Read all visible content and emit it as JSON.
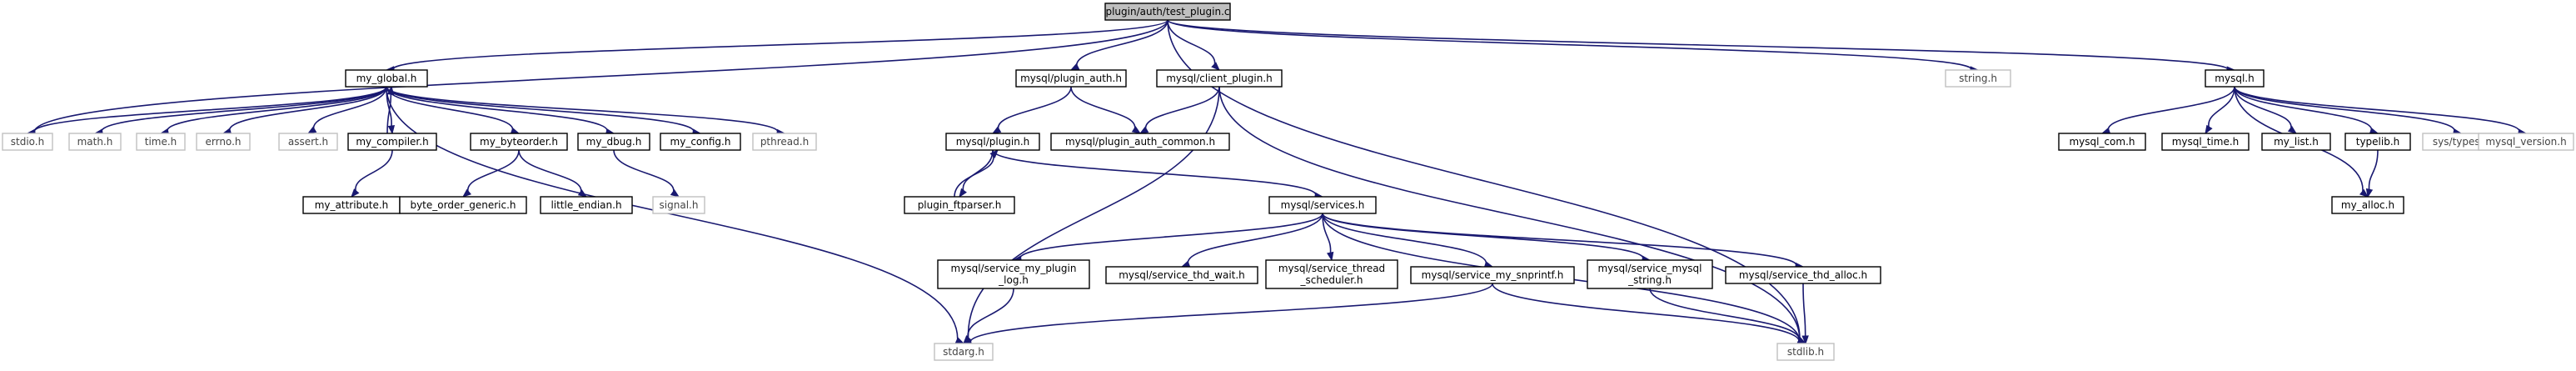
{
  "diagram": {
    "nodes": [
      {
        "id": "test_plugin",
        "label": "plugin/auth/test_plugin.c",
        "style": "root"
      },
      {
        "id": "my_global",
        "label": "my_global.h",
        "style": "normal"
      },
      {
        "id": "plugin_auth",
        "label": "mysql/plugin_auth.h",
        "style": "normal"
      },
      {
        "id": "client_plugin",
        "label": "mysql/client_plugin.h",
        "style": "normal"
      },
      {
        "id": "string",
        "label": "string.h",
        "style": "dim"
      },
      {
        "id": "mysql_h",
        "label": "mysql.h",
        "style": "normal"
      },
      {
        "id": "stdio",
        "label": "stdio.h",
        "style": "dim"
      },
      {
        "id": "math",
        "label": "math.h",
        "style": "dim"
      },
      {
        "id": "time",
        "label": "time.h",
        "style": "dim"
      },
      {
        "id": "errno",
        "label": "errno.h",
        "style": "dim"
      },
      {
        "id": "assert",
        "label": "assert.h",
        "style": "dim"
      },
      {
        "id": "my_compiler",
        "label": "my_compiler.h",
        "style": "normal"
      },
      {
        "id": "my_byteorder",
        "label": "my_byteorder.h",
        "style": "normal"
      },
      {
        "id": "my_dbug",
        "label": "my_dbug.h",
        "style": "normal"
      },
      {
        "id": "my_config",
        "label": "my_config.h",
        "style": "normal"
      },
      {
        "id": "pthread",
        "label": "pthread.h",
        "style": "dim"
      },
      {
        "id": "my_attribute",
        "label": "my_attribute.h",
        "style": "normal"
      },
      {
        "id": "byte_order_generic",
        "label": "byte_order_generic.h",
        "style": "normal"
      },
      {
        "id": "little_endian",
        "label": "little_endian.h",
        "style": "normal"
      },
      {
        "id": "signal",
        "label": "signal.h",
        "style": "dim"
      },
      {
        "id": "mysql_plugin",
        "label": "mysql/plugin.h",
        "style": "normal"
      },
      {
        "id": "plugin_auth_common",
        "label": "mysql/plugin_auth_common.h",
        "style": "normal"
      },
      {
        "id": "plugin_ftparser",
        "label": "plugin_ftparser.h",
        "style": "normal"
      },
      {
        "id": "services",
        "label": "mysql/services.h",
        "style": "normal"
      },
      {
        "id": "svc_plugin_log",
        "label": "mysql/service_my_plugin\n_log.h",
        "style": "normal"
      },
      {
        "id": "svc_thd_wait",
        "label": "mysql/service_thd_wait.h",
        "style": "normal"
      },
      {
        "id": "svc_thread_scheduler",
        "label": "mysql/service_thread\n_scheduler.h",
        "style": "normal"
      },
      {
        "id": "svc_snprintf",
        "label": "mysql/service_my_snprintf.h",
        "style": "normal"
      },
      {
        "id": "svc_mysql_string",
        "label": "mysql/service_mysql\n_string.h",
        "style": "normal"
      },
      {
        "id": "svc_thd_alloc",
        "label": "mysql/service_thd_alloc.h",
        "style": "normal"
      },
      {
        "id": "stdarg",
        "label": "stdarg.h",
        "style": "dim"
      },
      {
        "id": "stdlib",
        "label": "stdlib.h",
        "style": "dim"
      },
      {
        "id": "mysql_com",
        "label": "mysql_com.h",
        "style": "normal"
      },
      {
        "id": "mysql_time",
        "label": "mysql_time.h",
        "style": "normal"
      },
      {
        "id": "my_list",
        "label": "my_list.h",
        "style": "normal"
      },
      {
        "id": "typelib",
        "label": "typelib.h",
        "style": "normal"
      },
      {
        "id": "sys_types",
        "label": "sys/types.h",
        "style": "dim"
      },
      {
        "id": "mysql_version",
        "label": "mysql_version.h",
        "style": "dim"
      },
      {
        "id": "my_alloc",
        "label": "my_alloc.h",
        "style": "normal"
      }
    ],
    "edges": [
      [
        "test_plugin",
        "my_global"
      ],
      [
        "test_plugin",
        "plugin_auth"
      ],
      [
        "test_plugin",
        "client_plugin"
      ],
      [
        "test_plugin",
        "string"
      ],
      [
        "test_plugin",
        "mysql_h"
      ],
      [
        "test_plugin",
        "stdio"
      ],
      [
        "test_plugin",
        "stdlib"
      ],
      [
        "my_global",
        "stdio"
      ],
      [
        "my_global",
        "math"
      ],
      [
        "my_global",
        "time"
      ],
      [
        "my_global",
        "errno"
      ],
      [
        "my_global",
        "assert"
      ],
      [
        "my_global",
        "my_compiler"
      ],
      [
        "my_global",
        "my_byteorder"
      ],
      [
        "my_global",
        "my_dbug"
      ],
      [
        "my_global",
        "my_config"
      ],
      [
        "my_global",
        "pthread"
      ],
      [
        "my_global",
        "stdarg"
      ],
      [
        "my_compiler",
        "my_global"
      ],
      [
        "my_compiler",
        "my_attribute"
      ],
      [
        "my_byteorder",
        "byte_order_generic"
      ],
      [
        "my_byteorder",
        "little_endian"
      ],
      [
        "my_dbug",
        "signal"
      ],
      [
        "plugin_auth",
        "mysql_plugin"
      ],
      [
        "plugin_auth",
        "plugin_auth_common"
      ],
      [
        "client_plugin",
        "plugin_auth_common"
      ],
      [
        "client_plugin",
        "stdarg"
      ],
      [
        "client_plugin",
        "stdlib"
      ],
      [
        "mysql_plugin",
        "plugin_ftparser"
      ],
      [
        "plugin_ftparser",
        "mysql_plugin"
      ],
      [
        "mysql_plugin",
        "services"
      ],
      [
        "services",
        "svc_plugin_log"
      ],
      [
        "services",
        "svc_thd_wait"
      ],
      [
        "services",
        "svc_thread_scheduler"
      ],
      [
        "services",
        "svc_snprintf"
      ],
      [
        "services",
        "svc_mysql_string"
      ],
      [
        "services",
        "svc_thd_alloc"
      ],
      [
        "services",
        "stdlib"
      ],
      [
        "svc_plugin_log",
        "stdarg"
      ],
      [
        "svc_snprintf",
        "stdarg"
      ],
      [
        "svc_snprintf",
        "stdlib"
      ],
      [
        "svc_mysql_string",
        "stdlib"
      ],
      [
        "svc_thd_alloc",
        "stdlib"
      ],
      [
        "mysql_h",
        "mysql_com"
      ],
      [
        "mysql_h",
        "mysql_time"
      ],
      [
        "mysql_h",
        "my_list"
      ],
      [
        "mysql_h",
        "typelib"
      ],
      [
        "mysql_h",
        "sys_types"
      ],
      [
        "mysql_h",
        "mysql_version"
      ],
      [
        "mysql_h",
        "my_alloc"
      ],
      [
        "typelib",
        "my_alloc"
      ]
    ]
  }
}
